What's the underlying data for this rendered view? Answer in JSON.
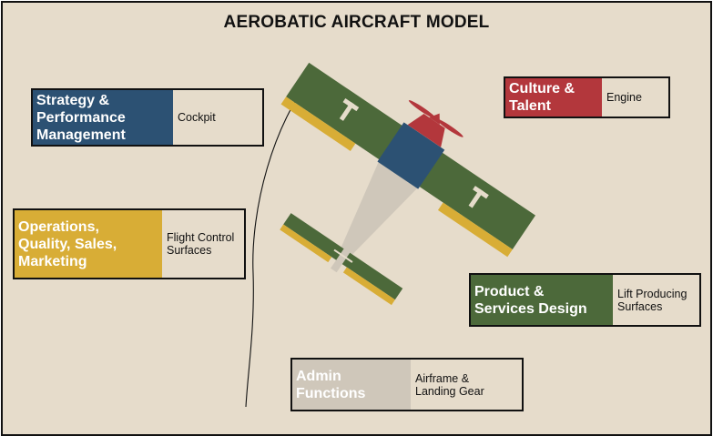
{
  "title": "AEROBATIC AIRCRAFT MODEL",
  "colors": {
    "background": "#e6dccb",
    "blue": "#2c5173",
    "gold": "#d8ad36",
    "red": "#b3373c",
    "green": "#4c693a",
    "beige": "#cfc7ba"
  },
  "cards": {
    "strategy": {
      "head": "Strategy &\nPerformance\nManagement",
      "desc": "Cockpit"
    },
    "culture": {
      "head": "Culture &\nTalent",
      "desc": "Engine"
    },
    "operations": {
      "head": "Operations,\nQuality, Sales,\nMarketing",
      "desc": "Flight Control\nSurfaces"
    },
    "product": {
      "head": "Product &\nServices Design",
      "desc": "Lift Producing\nSurfaces"
    },
    "admin": {
      "head": "Admin\nFunctions",
      "desc": "Airframe &\nLanding Gear"
    }
  }
}
